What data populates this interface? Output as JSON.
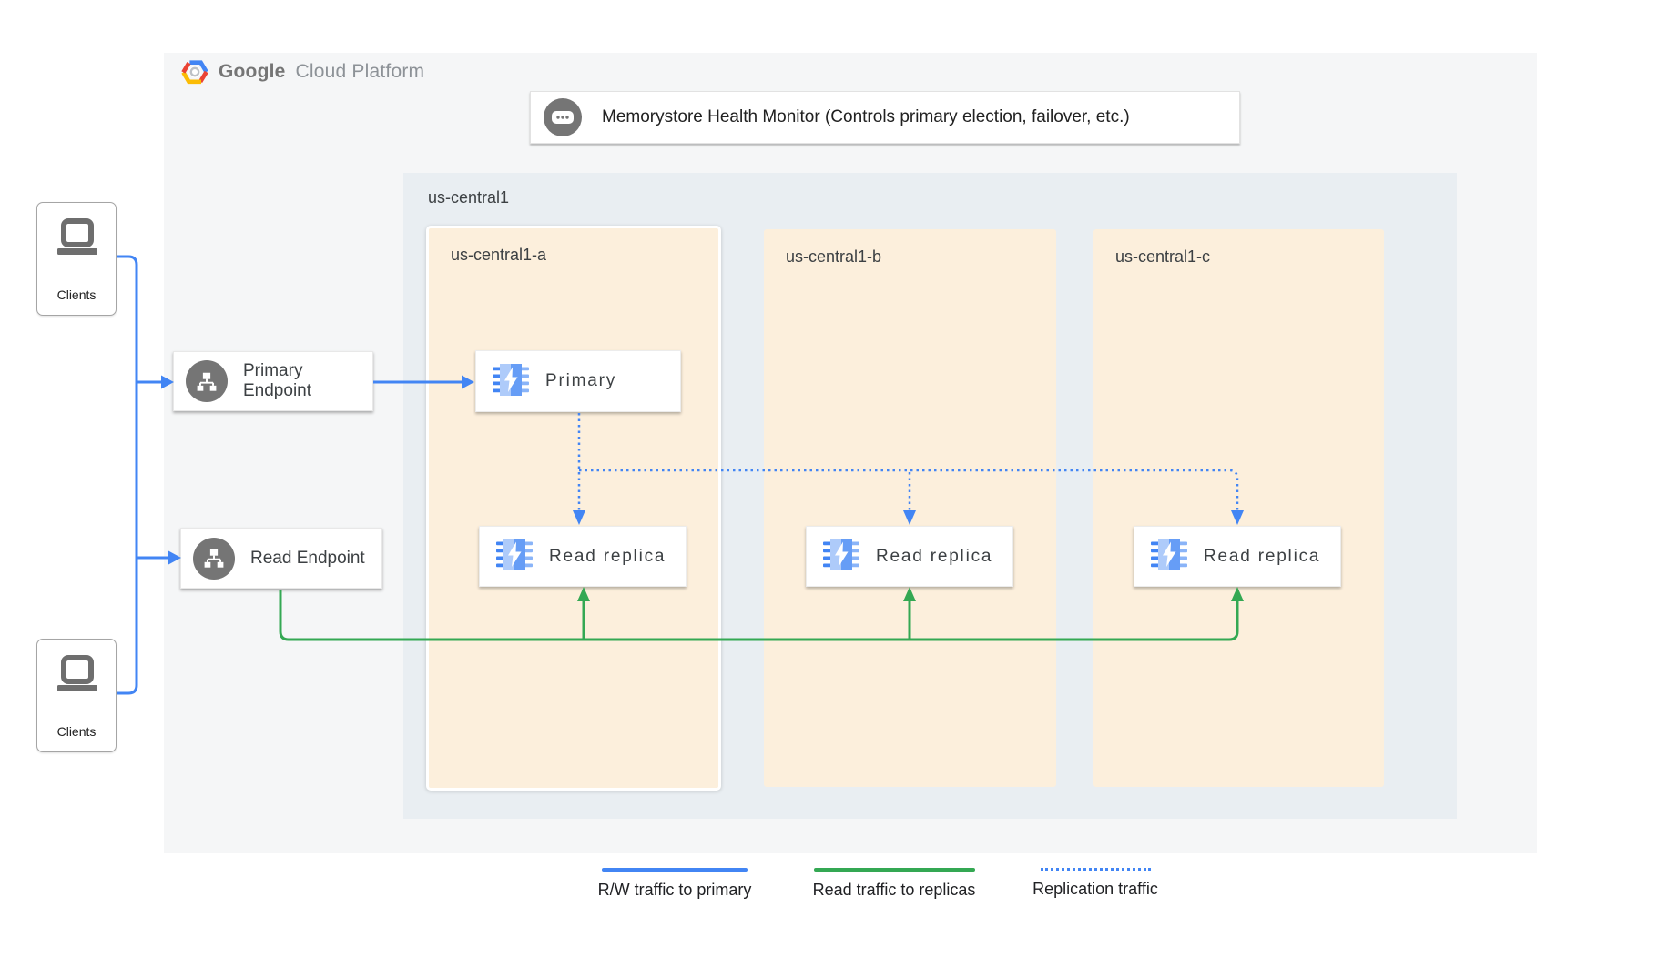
{
  "logo": {
    "brand": "Google",
    "suffix": "Cloud Platform"
  },
  "health_monitor": {
    "label": "Memorystore Health Monitor (Controls primary election, failover, etc.)",
    "icon": "ellipsis-icon"
  },
  "region": {
    "label": "us-central1",
    "zones": [
      {
        "label": "us-central1-a",
        "nodes": [
          {
            "label": "Primary"
          },
          {
            "label": "Read replica"
          }
        ]
      },
      {
        "label": "us-central1-b",
        "nodes": [
          {
            "label": "Read replica"
          }
        ]
      },
      {
        "label": "us-central1-c",
        "nodes": [
          {
            "label": "Read replica"
          }
        ]
      }
    ]
  },
  "endpoints": [
    {
      "label": "Primary Endpoint",
      "icon": "sitemap-icon"
    },
    {
      "label": "Read Endpoint",
      "icon": "sitemap-icon"
    }
  ],
  "clients": [
    {
      "label": "Clients",
      "icon": "laptop-icon"
    },
    {
      "label": "Clients",
      "icon": "laptop-icon"
    }
  ],
  "legend": [
    {
      "label": "R/W traffic to primary",
      "style": "solid",
      "color": "#4285F4"
    },
    {
      "label": "Read traffic to replicas",
      "style": "solid",
      "color": "#34A853"
    },
    {
      "label": "Replication traffic",
      "style": "dotted",
      "color": "#4285F4"
    }
  ],
  "colors": {
    "panel": "#F5F6F7",
    "region": "#E9EEF2",
    "zone": "#FCEFDC",
    "blue": "#4285F4",
    "green": "#34A853",
    "icon_gray": "#757575"
  }
}
